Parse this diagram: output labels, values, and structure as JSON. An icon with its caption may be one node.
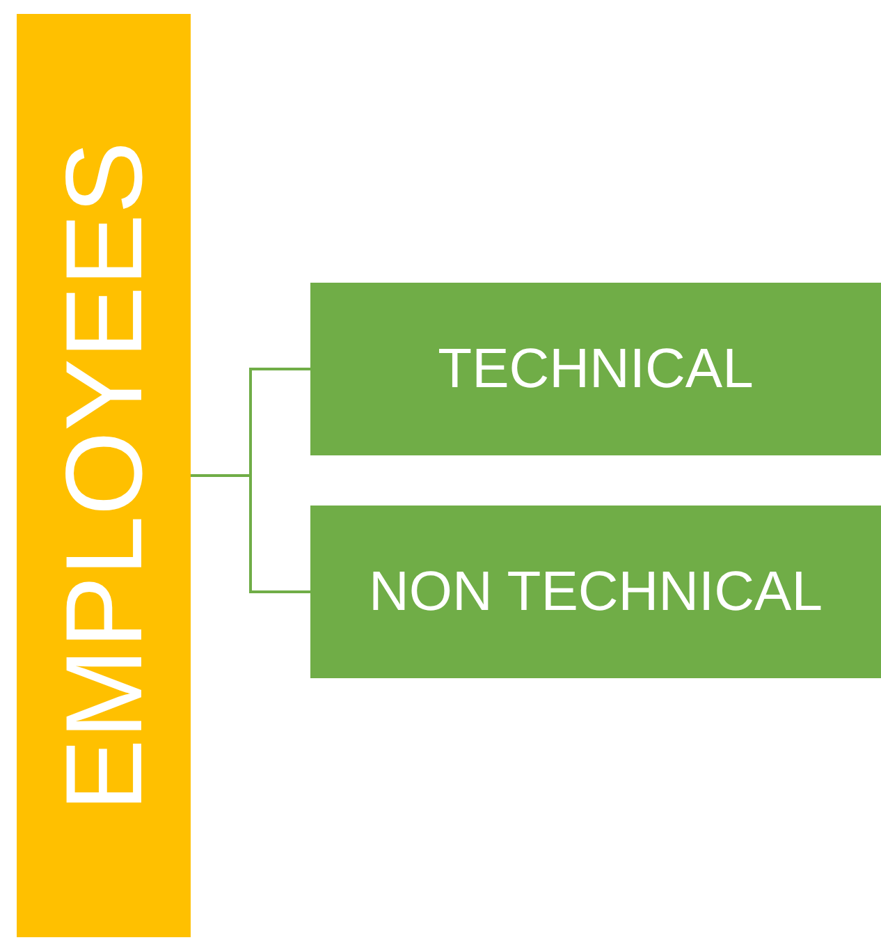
{
  "diagram": {
    "nodes": [
      {
        "text": [
          "EMPLOYEES"
        ]
      },
      {
        "text": [
          "TECHNICAL"
        ]
      },
      {
        "text": [
          "NON TECHNICAL"
        ]
      }
    ],
    "edges": [
      {
        "from": 0,
        "to": 1,
        "arrow": "none"
      },
      {
        "from": 0,
        "to": 2,
        "arrow": "none"
      }
    ]
  }
}
